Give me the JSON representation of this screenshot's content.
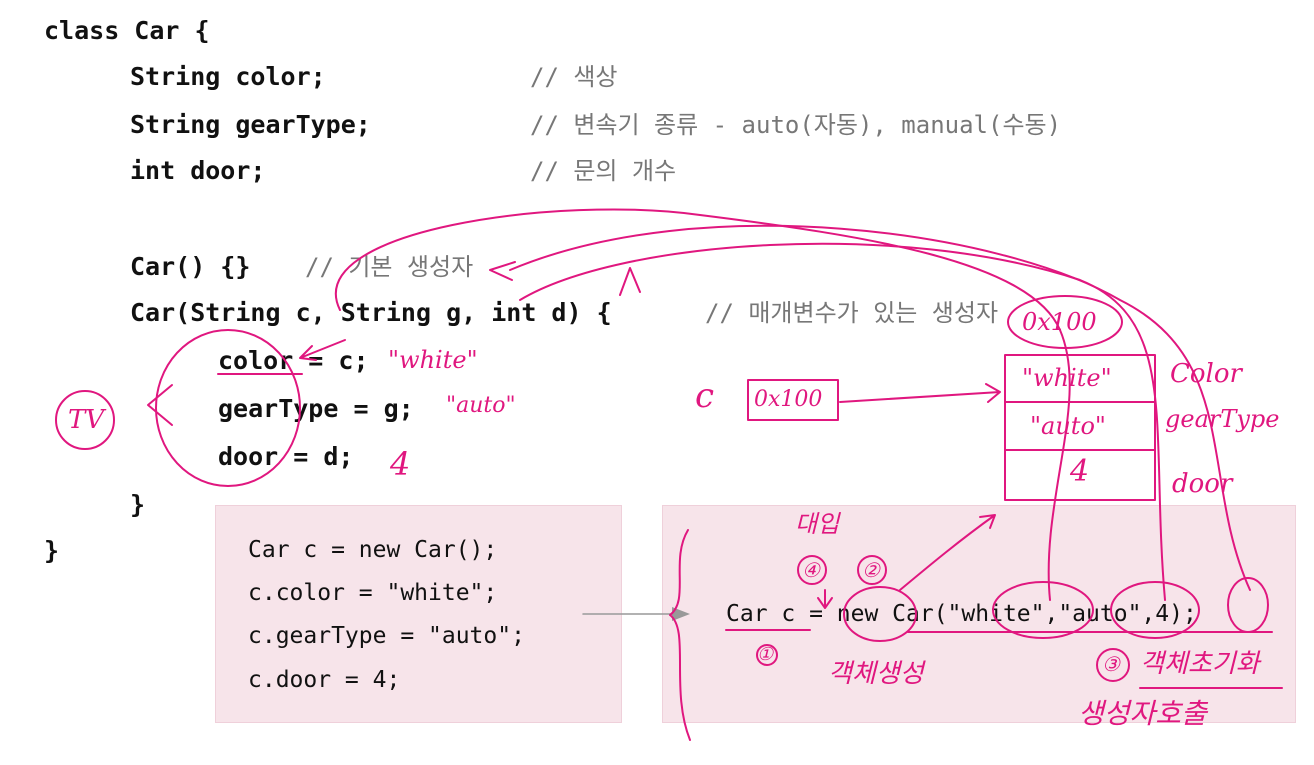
{
  "code": {
    "class_decl": "class Car {",
    "field_color": "String color;",
    "field_gear": "String gearType;",
    "field_door": "int door;",
    "comment_color": "// 색상",
    "comment_gear": "// 변속기 종류 - auto(자동), manual(수동)",
    "comment_door": "// 문의 개수",
    "ctor_default": "Car() {}",
    "comment_ctor_default": "// 기본 생성자",
    "ctor_param": "Car(String c, String g, int d) {",
    "comment_ctor_param": "// 매개변수가 있는 생성자",
    "assign_color": "color = c;",
    "assign_gear": "gearType = g;",
    "assign_door": "door = d;",
    "close_ctor": "}",
    "close_class": "}"
  },
  "left_box": {
    "lines": [
      "Car c = new Car();",
      "c.color = \"white\";",
      "c.gearType = \"auto\";",
      "c.door = 4;"
    ]
  },
  "right_box": {
    "line": "Car c = new Car(\"white\",\"auto\",4);"
  },
  "annotations": {
    "tv": "TV",
    "val_white": "\"white\"",
    "val_auto": "\"auto\"",
    "val_four": "4",
    "ref_var": "c",
    "ref_addr": "0x100",
    "obj_addr": "0x100",
    "obj_white": "\"white\"",
    "obj_auto": "\"auto\"",
    "obj_four": "4",
    "lbl_color": "Color",
    "lbl_gear": "gearType",
    "lbl_door": "door",
    "step1": "①",
    "step2": "②",
    "step3": "③",
    "step4": "④",
    "assign_word": "대입",
    "create_obj": "객체생성",
    "init_obj": "객체초기화",
    "call_ctor": "생성자호출"
  },
  "colors": {
    "ink": "#e0177f",
    "box_bg": "#f7e4ea",
    "code": "#111111",
    "comment": "#777777"
  }
}
